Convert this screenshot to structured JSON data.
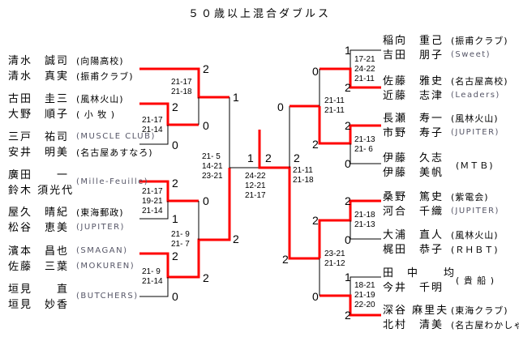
{
  "title": "５０歳以上混合ダブルス",
  "colors": {
    "winner_line": "#ff0000",
    "line": "#000000"
  },
  "left_teams": [
    {
      "p1": "清水　誠司",
      "p2": "清水　真実",
      "aff": "(向陽高校)\n(振甫クラブ)"
    },
    {
      "p1": "古田　圭三",
      "p2": "大野　順子",
      "aff": "(風林火山)\n( 小 牧 )"
    },
    {
      "p1": "三戸　祐司",
      "p2": "安井　明美",
      "aff": "(MUSCLE CLUB)\n(名古屋あすなろ)"
    },
    {
      "p1": "廣田　　一",
      "p2": "鈴木 須光代",
      "aff": "(Mille-Feuille)"
    },
    {
      "p1": "屋久　晴紀",
      "p2": "松谷　恵美",
      "aff": "(東海郵政)\n(JUPITER)"
    },
    {
      "p1": "濱本　昌也",
      "p2": "佐藤　三葉",
      "aff": "(SMAGAN)\n(MOKUREN)"
    },
    {
      "p1": "垣見　　直",
      "p2": "垣見　妙香",
      "aff": "(BUTCHERS)"
    }
  ],
  "right_teams": [
    {
      "p1": "稲向　重己",
      "p2": "吉田　朋子",
      "aff": "(振甫クラブ)\n(Sweet)"
    },
    {
      "p1": "佐藤　雅史",
      "p2": "近藤　志津",
      "aff": "(名古屋高校)\n(Leaders)"
    },
    {
      "p1": "長瀬　寿一",
      "p2": "市野　寿子",
      "aff": "(風林火山)\n(JUPITER)"
    },
    {
      "p1": "伊藤　久志",
      "p2": "伊藤　美帆",
      "aff": "(ＭＴＢ)"
    },
    {
      "p1": "桑野　篤史",
      "p2": "河合　千織",
      "aff": "(紫電会)\n(JUPITER)"
    },
    {
      "p1": "大浦　直人",
      "p2": "梶田　恭子",
      "aff": "(風林火山)\n(ＲＨＢＴ)"
    },
    {
      "p1": "田　中　　均",
      "p2": "今井　千明",
      "aff": "( 貴 船 )"
    },
    {
      "p1": "深谷 麻里夫",
      "p2": "北村　清美",
      "aff": "(東海クラブ)\n(名古屋わかしゃち)"
    }
  ],
  "scores": [
    "21-17\n21-14",
    "21-17\n21-18",
    "21-17\n19-21\n21-14",
    "21- 9\n21-14",
    "21- 9\n21- 7",
    "21- 5\n14-21\n23-21",
    "24-22\n12-21\n21-17",
    "17-21\n24-22\n21-11",
    "21-13\n21- 6",
    "21-11\n21-11",
    "21-11\n21-18",
    "21-18\n21-13",
    "18-21\n21-19\n22-20",
    "23-21\n21-12"
  ],
  "games_won": [
    "2",
    "0",
    "2",
    "0",
    "2",
    "1",
    "2",
    "0",
    "0",
    "2",
    "1",
    "2",
    "1",
    "2",
    "1",
    "2",
    "2",
    "0",
    "0",
    "2",
    "0",
    "2",
    "2",
    "0",
    "1",
    "2",
    "2",
    "0",
    "2"
  ]
}
